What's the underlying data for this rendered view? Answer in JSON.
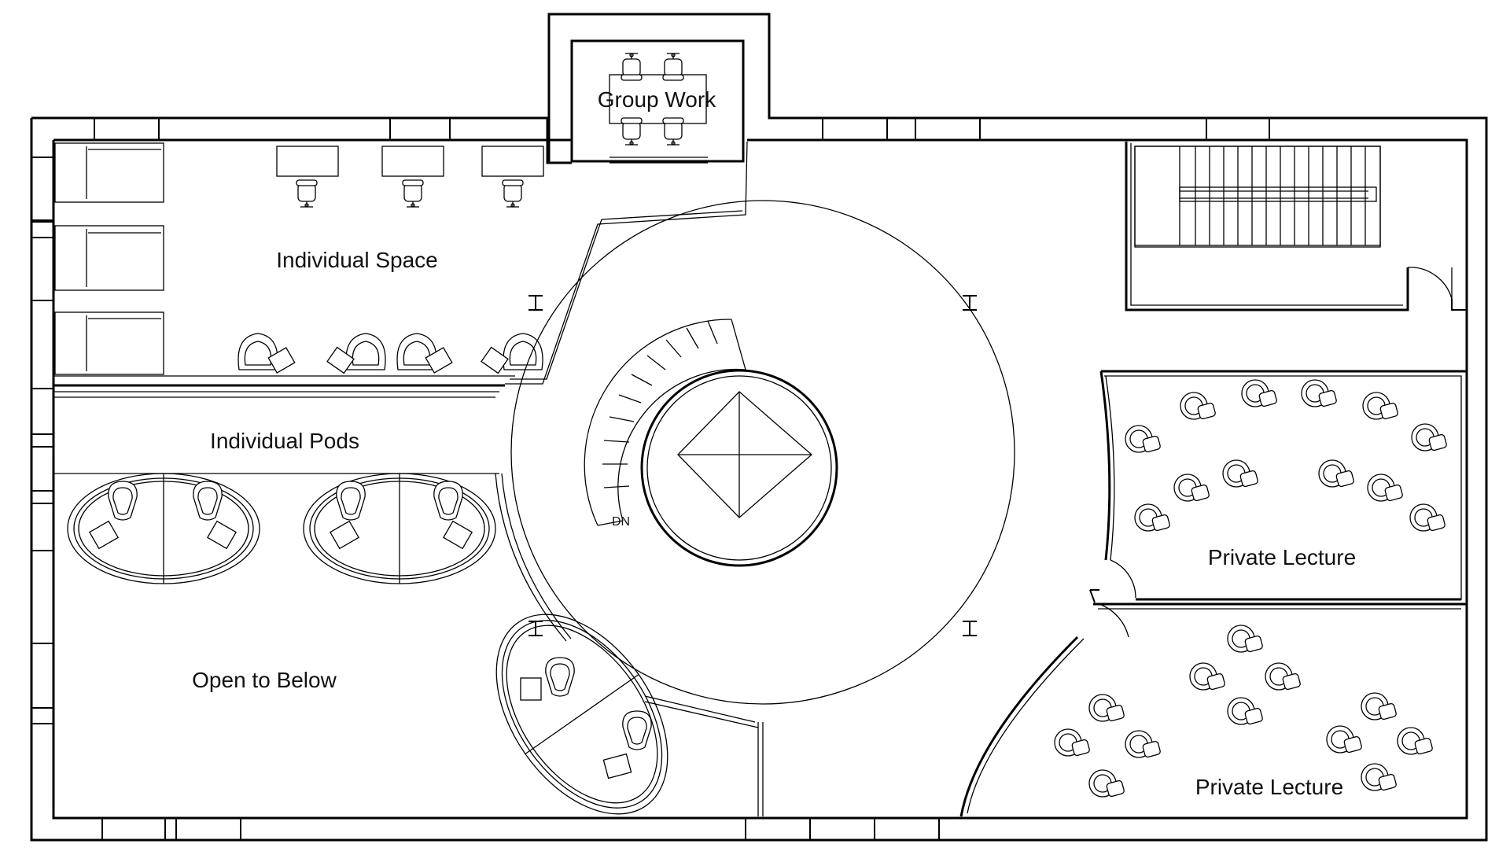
{
  "rooms": {
    "group_work": "Group Work",
    "individual_space": "Individual Space",
    "individual_pods": "Individual Pods",
    "open_to_below": "Open to Below",
    "private_lecture_1": "Private Lecture",
    "private_lecture_2": "Private Lecture"
  },
  "stair_label": "DN"
}
